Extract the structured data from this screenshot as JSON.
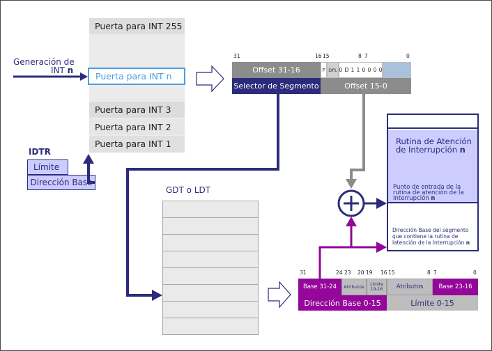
{
  "colors": {
    "navy": "#2b2c7c",
    "gray": "#8c8c8c",
    "light_gray": "#e6e6e6",
    "magenta": "#95069a",
    "lavender": "#ccccff",
    "highlight_blue": "#4d9de0"
  },
  "generation": {
    "line1": "Generación de",
    "line2_prefix": "INT ",
    "line2_bold": "n"
  },
  "idt": {
    "gate_255": "Puerta para INT 255",
    "gate_n": "Puerta para INT n",
    "gate_3": "Puerta para INT 3",
    "gate_2": "Puerta para INT 2",
    "gate_1": "Puerta para INT 1"
  },
  "idtr": {
    "title": "IDTR",
    "limit": "Límite",
    "base": "Dirección Base"
  },
  "gate_descriptor": {
    "bits": {
      "b31": "31",
      "b16": "16",
      "b15": "15",
      "b8": "8",
      "b7": "7",
      "b0": "0"
    },
    "offset_hi": "Offset 31-16",
    "p": "P",
    "dpl": "DPL",
    "type_bits": "0 D 1 1 0 0 0 0",
    "selector": "Selector de Segmento",
    "offset_lo": "Offset 15-0"
  },
  "gdt": {
    "title": "GDT o LDT"
  },
  "isr": {
    "title_line1": "Rutina de Atención",
    "title_line2_prefix": "de Interrupción ",
    "title_line2_bold": "n",
    "entry_line1": "Punto de entrada de la",
    "entry_line2": "rutina de atención de la",
    "entry_line3_prefix": "Interrupción ",
    "entry_line3_bold": "n",
    "base_line1": "Dirección Base del segmento",
    "base_line2": "que contiene la rutina de",
    "base_line3_prefix": "latención de la Interrupción ",
    "base_line3_bold": "n"
  },
  "segment_descriptor": {
    "bits": {
      "b31": "31",
      "b24": "24",
      "b23": "23",
      "b20": "20",
      "b19": "19",
      "b16": "16",
      "b15": "15",
      "b8": "8",
      "b7": "7",
      "b0": "0"
    },
    "base_31_24": "Base 31-24",
    "attr_a": "Atributos",
    "limit_19_16_a": "Límite",
    "limit_19_16_b": "19-16",
    "attr_b": "Atributos",
    "base_23_16": "Base 23-16",
    "base_0_15": "Dirección Base 0-15",
    "limit_0_15": "Límite 0-15"
  }
}
